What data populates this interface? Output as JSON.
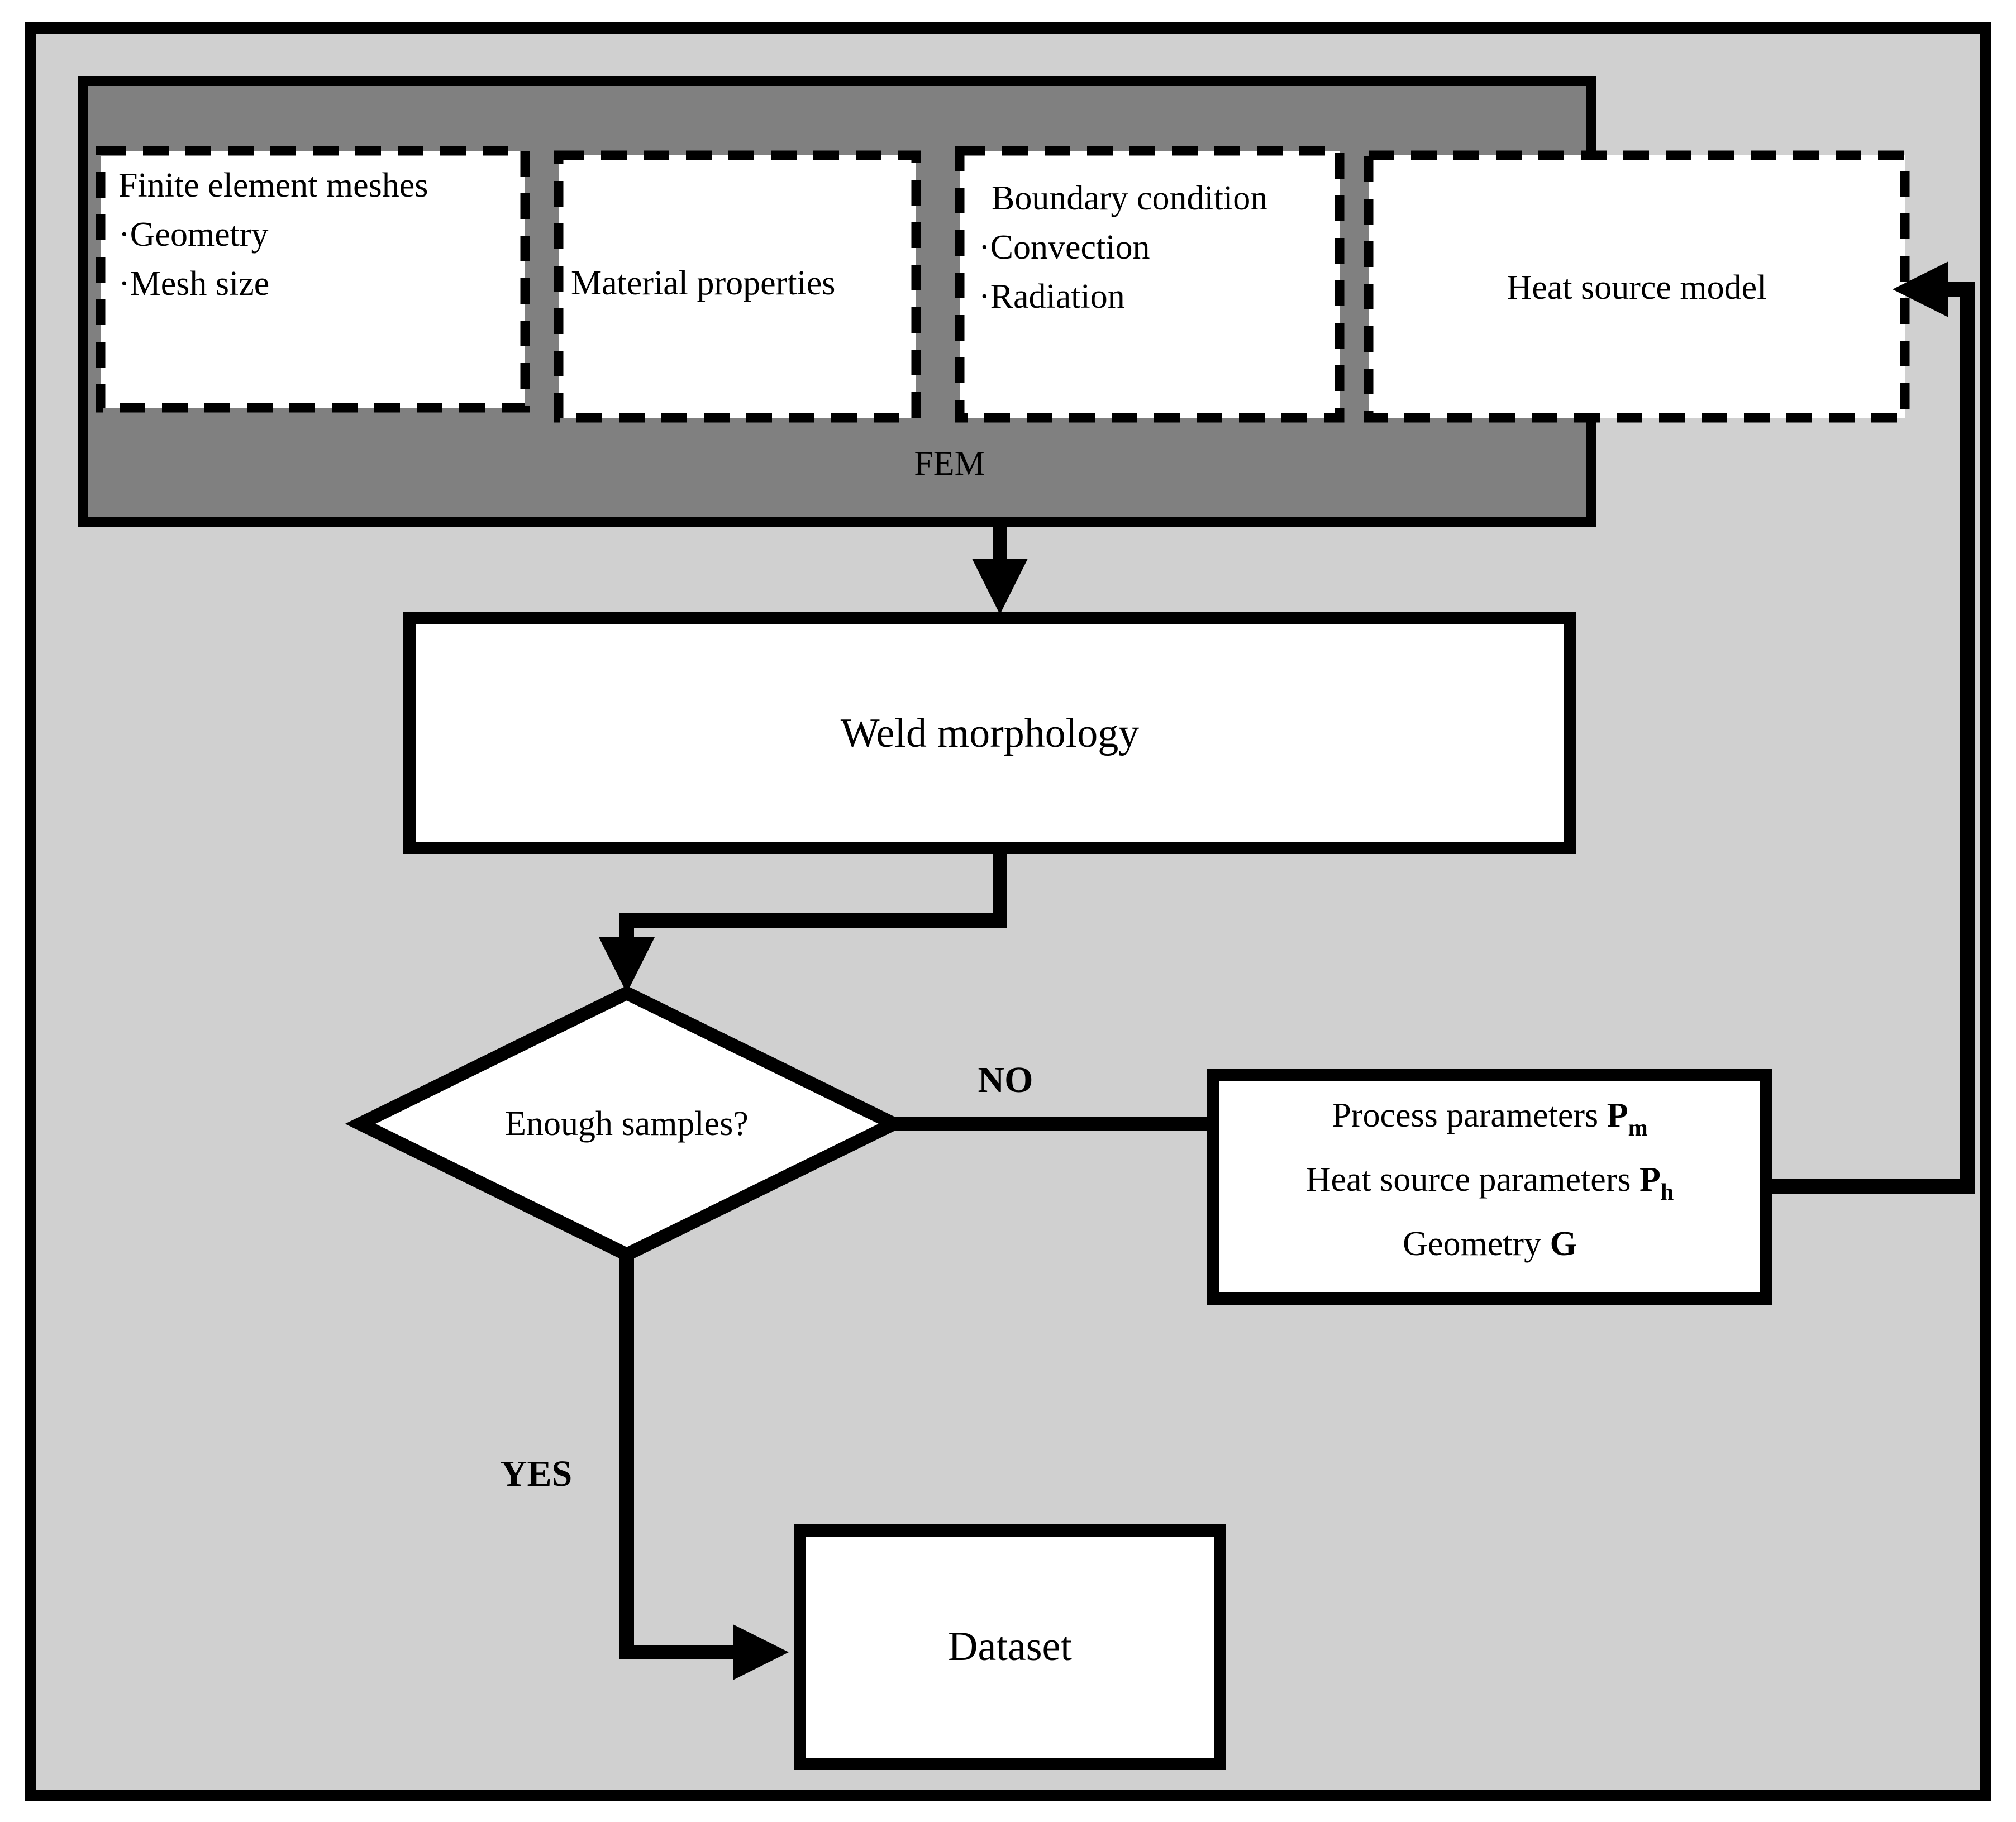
{
  "diagram": {
    "title_visible": false,
    "colors": {
      "page_background": "#ffffff",
      "canvas_fill": "#d0d0d0",
      "group_fill": "#808080",
      "node_fill": "#ffffff",
      "stroke": "#000000"
    }
  },
  "fem_group": {
    "label": "FEM",
    "inputs": [
      {
        "id": "finite-element-meshes",
        "lines": [
          "Finite element meshes",
          "·Geometry",
          "·Mesh size"
        ],
        "align": "left",
        "border": "dashed"
      },
      {
        "id": "material-properties",
        "lines": [
          "Material properties"
        ],
        "align": "left",
        "border": "dashed"
      },
      {
        "id": "boundary-condition",
        "lines": [
          "Boundary condition",
          "·Convection",
          "·Radiation"
        ],
        "align": "left",
        "border": "dashed"
      },
      {
        "id": "heat-source-model",
        "lines": [
          "Heat source model"
        ],
        "align": "center",
        "border": "dashed"
      }
    ]
  },
  "nodes": {
    "weld_morphology": {
      "label": "Weld morphology"
    },
    "decision": {
      "label": "Enough samples?"
    },
    "dataset": {
      "label": "Dataset"
    },
    "parameters": {
      "lines": [
        {
          "text": "Process parameters ",
          "symbol": "P",
          "subscript": "m"
        },
        {
          "text": "Heat source parameters ",
          "symbol": "P",
          "subscript": "h"
        },
        {
          "text": "Geometry ",
          "symbol": "G",
          "subscript": ""
        }
      ]
    }
  },
  "edges": {
    "no_label": "NO",
    "yes_label": "YES"
  }
}
